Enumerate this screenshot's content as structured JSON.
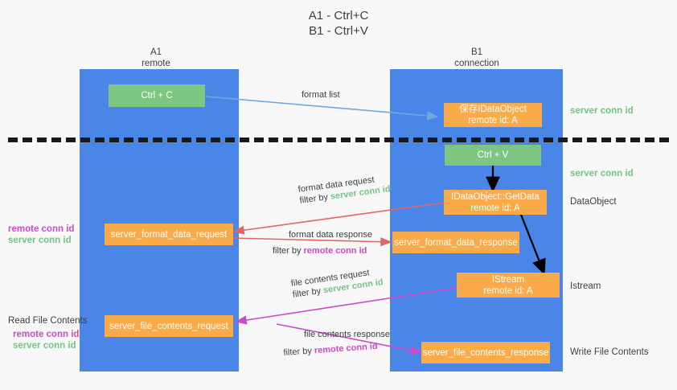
{
  "title": {
    "line1": "A1 - Ctrl+C",
    "line2": "B1 - Ctrl+V"
  },
  "columns": [
    {
      "name": "A1",
      "subtitle": "remote"
    },
    {
      "name": "B1",
      "subtitle": "connection"
    }
  ],
  "boxes": {
    "ctrl_c": {
      "line1": "Ctrl + C",
      "line2": ""
    },
    "save_idataobject": {
      "line1": "保存IDataObject",
      "line2": "remote id: A"
    },
    "ctrl_v": {
      "line1": "Ctrl + V",
      "line2": ""
    },
    "getdata": {
      "line1": "IDataObject::GetData",
      "line2": "remote id: A"
    },
    "format_data_request": {
      "line1": "server_format_data_request",
      "line2": ""
    },
    "format_data_response": {
      "line1": "server_format_data_response",
      "line2": ""
    },
    "istream": {
      "line1": "IStream",
      "line2": "remote id: A"
    },
    "file_contents_request": {
      "line1": "server_file_contents_request",
      "line2": ""
    },
    "file_contents_response": {
      "line1": "server_file_contents_response",
      "line2": ""
    }
  },
  "right_labels": {
    "server_conn_id_top": "server conn id",
    "server_conn_id_second": "server conn id",
    "dataobject": "DataObject",
    "istream": "Istream",
    "write_file_contents": "Write File Contents"
  },
  "left_labels": {
    "remote_conn_id_mid": "remote conn id",
    "server_conn_id_mid": "server conn id",
    "read_file_contents": "Read File Contents",
    "remote_conn_id_bottom": "remote conn id",
    "server_conn_id_bottom": "server conn id"
  },
  "edges": {
    "format_list": "format list",
    "format_data_request_l1": "format data request",
    "format_data_request_l2_prefix": "filter by ",
    "format_data_request_l2_value": "server conn id",
    "format_data_response_l1": "format data response",
    "format_data_response_l2_prefix": "filter by ",
    "format_data_response_l2_value": "remote conn id",
    "file_contents_request_l1": "file contents request",
    "file_contents_request_l2_prefix": "filter by ",
    "file_contents_request_l2_value": "server conn id",
    "file_contents_response_l1": "file contents response",
    "file_contents_response_l2_prefix": "filter by ",
    "file_contents_response_l2_value": "remote conn id"
  },
  "colors": {
    "lane": "#4a86e8",
    "green_box": "#7dc580",
    "orange_box": "#f9ab49",
    "server_conn_id": "#73c480",
    "remote_conn_id": "#cc4bc8",
    "arrow_light_blue": "#6fa8dc",
    "arrow_red": "#e06666",
    "arrow_magenta": "#cc4bc8",
    "arrow_black": "#000000",
    "background": "#f7f7f7"
  }
}
